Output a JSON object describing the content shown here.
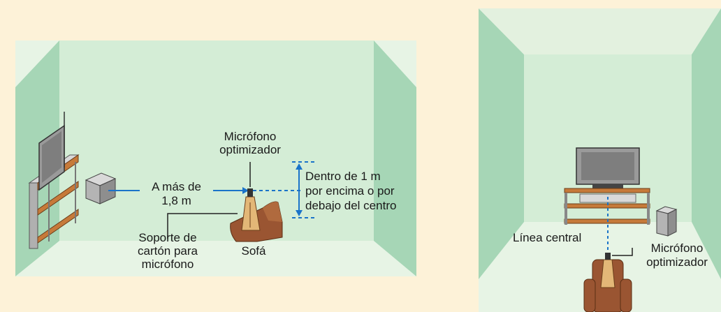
{
  "left_diagram": {
    "distance_label_1": "A más de",
    "distance_label_2": "1,8 m",
    "mic_label_1": "Micrófono",
    "mic_label_2": "optimizador",
    "height_label_1": "Dentro de 1 m",
    "height_label_2": "por encima o por",
    "height_label_3": "debajo del centro",
    "stand_label_1": "Soporte de",
    "stand_label_2": "cartón para",
    "stand_label_3": "micrófono",
    "sofa_label": "Sofá"
  },
  "right_diagram": {
    "center_line_label": "Línea central",
    "mic_label_1": "Micrófono",
    "mic_label_2": "optimizador"
  },
  "colors": {
    "background": "#fdf2d8",
    "room_back": "#d4edd6",
    "room_side": "#a6d6b6",
    "room_floor": "#e7f4e5",
    "accent_blue": "#1a73c9",
    "furniture": "#c67a3a",
    "sofa": "#9a5532"
  }
}
